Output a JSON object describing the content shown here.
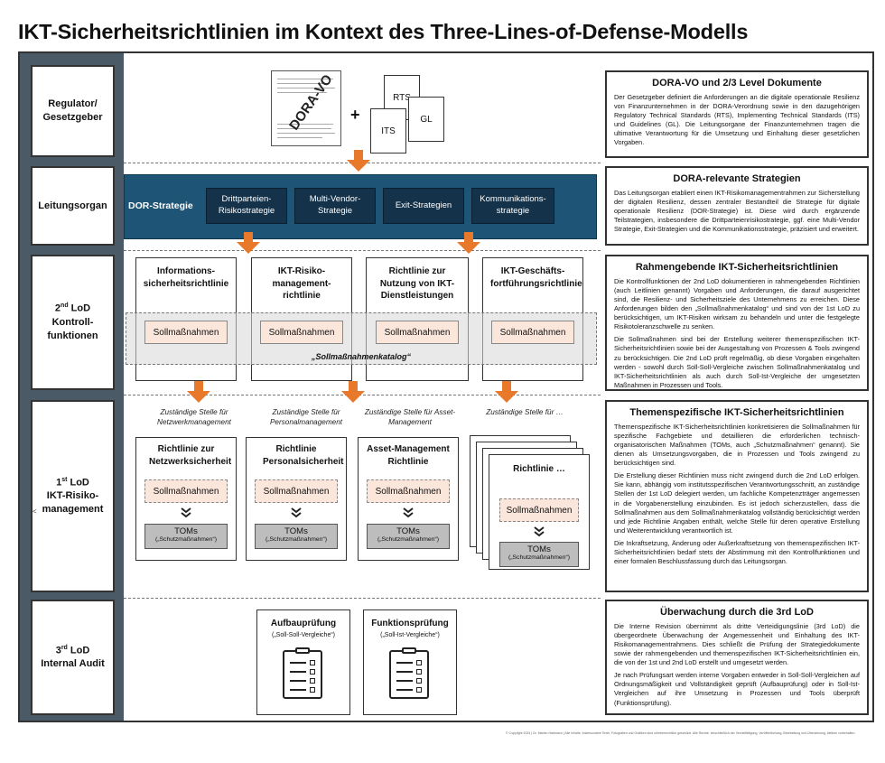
{
  "title": "IKT-Sicherheitsrichtlinien im Kontext des Three-Lines-of-Defense-Modells",
  "rows": {
    "regulator": "Regulator/ Gesetzgeber",
    "leitung": "Leitungsorgan",
    "lod2": [
      "2",
      "nd",
      " LoD",
      "Kontroll-",
      "funktionen"
    ],
    "lod1": [
      "1",
      "st",
      " LoD",
      "IKT-Risiko-",
      "management"
    ],
    "lod3": [
      "3",
      "rd",
      " LoD",
      "Internal Audit"
    ]
  },
  "documents": {
    "dora": "DORA-VO",
    "plus": "+",
    "rts": "RTS",
    "gl": "GL",
    "its": "ITS"
  },
  "leitungsorgan": {
    "label": "DOR-Strategie",
    "items": [
      "Drittparteien-Risikostrategie",
      "Multi-Vendor-Strategie",
      "Exit-Strategien",
      "Kommunikations-strategie"
    ]
  },
  "lod2": {
    "policies": [
      "Informations-sicherheitsrichtlinie",
      "IKT-Risiko-management-richtlinie",
      "Richtlinie zur Nutzung von IKT-Dienstleistungen",
      "IKT-Geschäfts-fortführungsrichtlinie"
    ],
    "soll": "Sollmaßnahmen",
    "katalog": "„Sollmaßnahmenkatalog“"
  },
  "lod1": {
    "zustaendig": [
      "Zuständige Stelle für Netzwerkmanagement",
      "Zuständige Stelle für Personalmanagement",
      "Zuständige Stelle für Asset-Management",
      "Zuständige Stelle für …"
    ],
    "guidelines": [
      "Richtlinie zur Netzwerksicherheit",
      "Richtlinie Personalsicherheit",
      "Asset-Management Richtlinie",
      "Richtlinie …"
    ],
    "soll": "Sollmaßnahmen",
    "chevron": "⌄⌄",
    "toms": "TOMs",
    "toms_sub": "(„Schutzmaßnahmen“)"
  },
  "lod3": {
    "audits": [
      {
        "title": "Aufbauprüfung",
        "sub": "(„Soll-Soll-Vergleiche“)"
      },
      {
        "title": "Funktionsprüfung",
        "sub": "(„Soll-Ist-Vergleiche“)"
      }
    ]
  },
  "panels": [
    {
      "title": "DORA-VO und 2/3 Level Dokumente",
      "paras": [
        "Der Gesetzgeber definiert die Anforderungen an die digitale operationale Resilienz von Finanzunternehmen in der DORA-Verordnung sowie in den dazugehörigen Regulatory Technical Standards (RTS), Implementing Technical Standards (ITS) und Guidelines (GL). Die Leitungsorgane der Finanzunternehmen tragen die ultimative Verantwortung für die Umsetzung und Einhaltung dieser gesetzlichen Vorgaben."
      ]
    },
    {
      "title": "DORA-relevante Strategien",
      "paras": [
        "Das Leitungsorgan etabliert einen IKT-Risikomanagementrahmen zur Sicherstellung der digitalen Resilienz, dessen zentraler Bestandteil die Strategie für digitale operationale Resilienz (DOR-Strategie) ist. Diese wird durch ergänzende Teilstrategien, insbesondere die Drittparteienrisikostrategie, ggf. eine Multi-Vendor Strategie, Exit-Strategien und die Kommunikationsstrategie, präzisiert und erweitert."
      ]
    },
    {
      "title": "Rahmengebende IKT-Sicherheitsrichtlinien",
      "paras": [
        "Die Kontrollfunktionen der 2nd LoD dokumentieren in rahmengebenden Richtlinien (auch Leitlinien genannt) Vorgaben und Anforderungen, die darauf ausgerichtet sind, die Resilienz- und Sicherheitsziele des Unternehmens zu erreichen. Diese Anforderungen bilden den „Sollmaßnahmenkatalog“ und sind von der 1st LoD zu berücksichtigen, um IKT-Risiken wirksam zu behandeln und unter die festgelegte Risikotoleranzschwelle zu senken.",
        "Die Sollmaßnahmen sind bei der Erstellung weiterer themenspezifischen IKT-Sicherheitsrichtlinien sowie bei der Ausgestaltung von Prozessen & Tools zwingend zu berücksichtigen. Die 2nd LoD prüft regelmäßig, ob diese Vorgaben eingehalten werden - sowohl durch Soll-Soll-Vergleiche zwischen Sollmaßnahmenkatalog und IKT-Sicherheitsrichtlinien als auch durch Soll-Ist-Vergleiche der umgesetzten Maßnahmen in Prozessen und Tools."
      ]
    },
    {
      "title": "Themenspezifische IKT-Sicherheitsrichtlinien",
      "paras": [
        "Themenspezifische IKT-Sicherheitsrichtlinien konkretisieren die Sollmaßnahmen für spezifische Fachgebiete und detaillieren die erforderlichen technisch-organisatorischen Maßnahmen (TOMs, auch „Schutzmaßnahmen“ genannt). Sie dienen als Umsetzungsvorgaben, die in Prozessen und Tools zwingend zu berücksichtigen sind.",
        "Die Erstellung dieser Richtlinien muss nicht zwingend durch die 2nd LoD erfolgen. Sie kann, abhängig vom institutsspezifischen Verantwortungsschnitt, an zuständige Stellen der 1st LoD delegiert werden, um fachliche Kompetenzträger angemessen in die Vorgabenerstellung einzubinden. Es ist jedoch sicherzustellen, dass die Sollmaßnahmen aus dem Sollmaßnahmenkatalog vollständig berücksichtigt werden und jede Richtlinie Angaben enthält, welche Stelle für deren operative Erstellung und Weiterentwicklung verantwortlich ist.",
        "Die Inkraftsetzung, Änderung oder Außerkraftsetzung von themenspezifischen IKT-Sicherheitsrichtlinien bedarf stets der Abstimmung mit den Kontrollfunktionen und einer formalen Beschlussfassung durch das Leitungsorgan."
      ]
    },
    {
      "title": "Überwachung durch die 3rd LoD",
      "paras": [
        "Die Interne Revision übernimmt als dritte Verteidigungslinie (3rd LoD) die übergeordnete Überwachung der Angemessenheit und Einhaltung des IKT-Risikomanagementrahmens. Dies schließt die Prüfung der Strategiedokumente sowie der rahmengebenden und themenspezifischen IKT-Sicherheitsrichtlinien ein, die von der 1st und 2nd LoD erstellt und umgesetzt werden.",
        "Je nach Prüfungsart werden interne Vorgaben entweder in Soll-Soll-Vergleichen auf Ordnungsmäßigkeit und Vollständigkeit geprüft (Aufbauprüfung) oder in Soll-Ist-Vergleichen auf ihre Umsetzung in Prozessen und Tools überprüft (Funktionsprüfung)."
      ]
    }
  ],
  "footer": "© Copyright 2024 | Dr. Marten Hartmann | Alle Inhalte, insbesondere Texte, Fotografien und Grafiken sind urheberrechtlich geschützt. Alle Rechte, einschließlich der Vervielfältigung, Veröffentlichung, Bearbeitung und Übersetzung, bleiben vorbehalten.",
  "stray": "<",
  "colors": {
    "arrow": "#e8782a",
    "strategy_bg": "#1e5577",
    "soll_fill": "#fbe6db",
    "toms_fill": "#bdbdbd",
    "sidebar": "#4a5a66"
  }
}
